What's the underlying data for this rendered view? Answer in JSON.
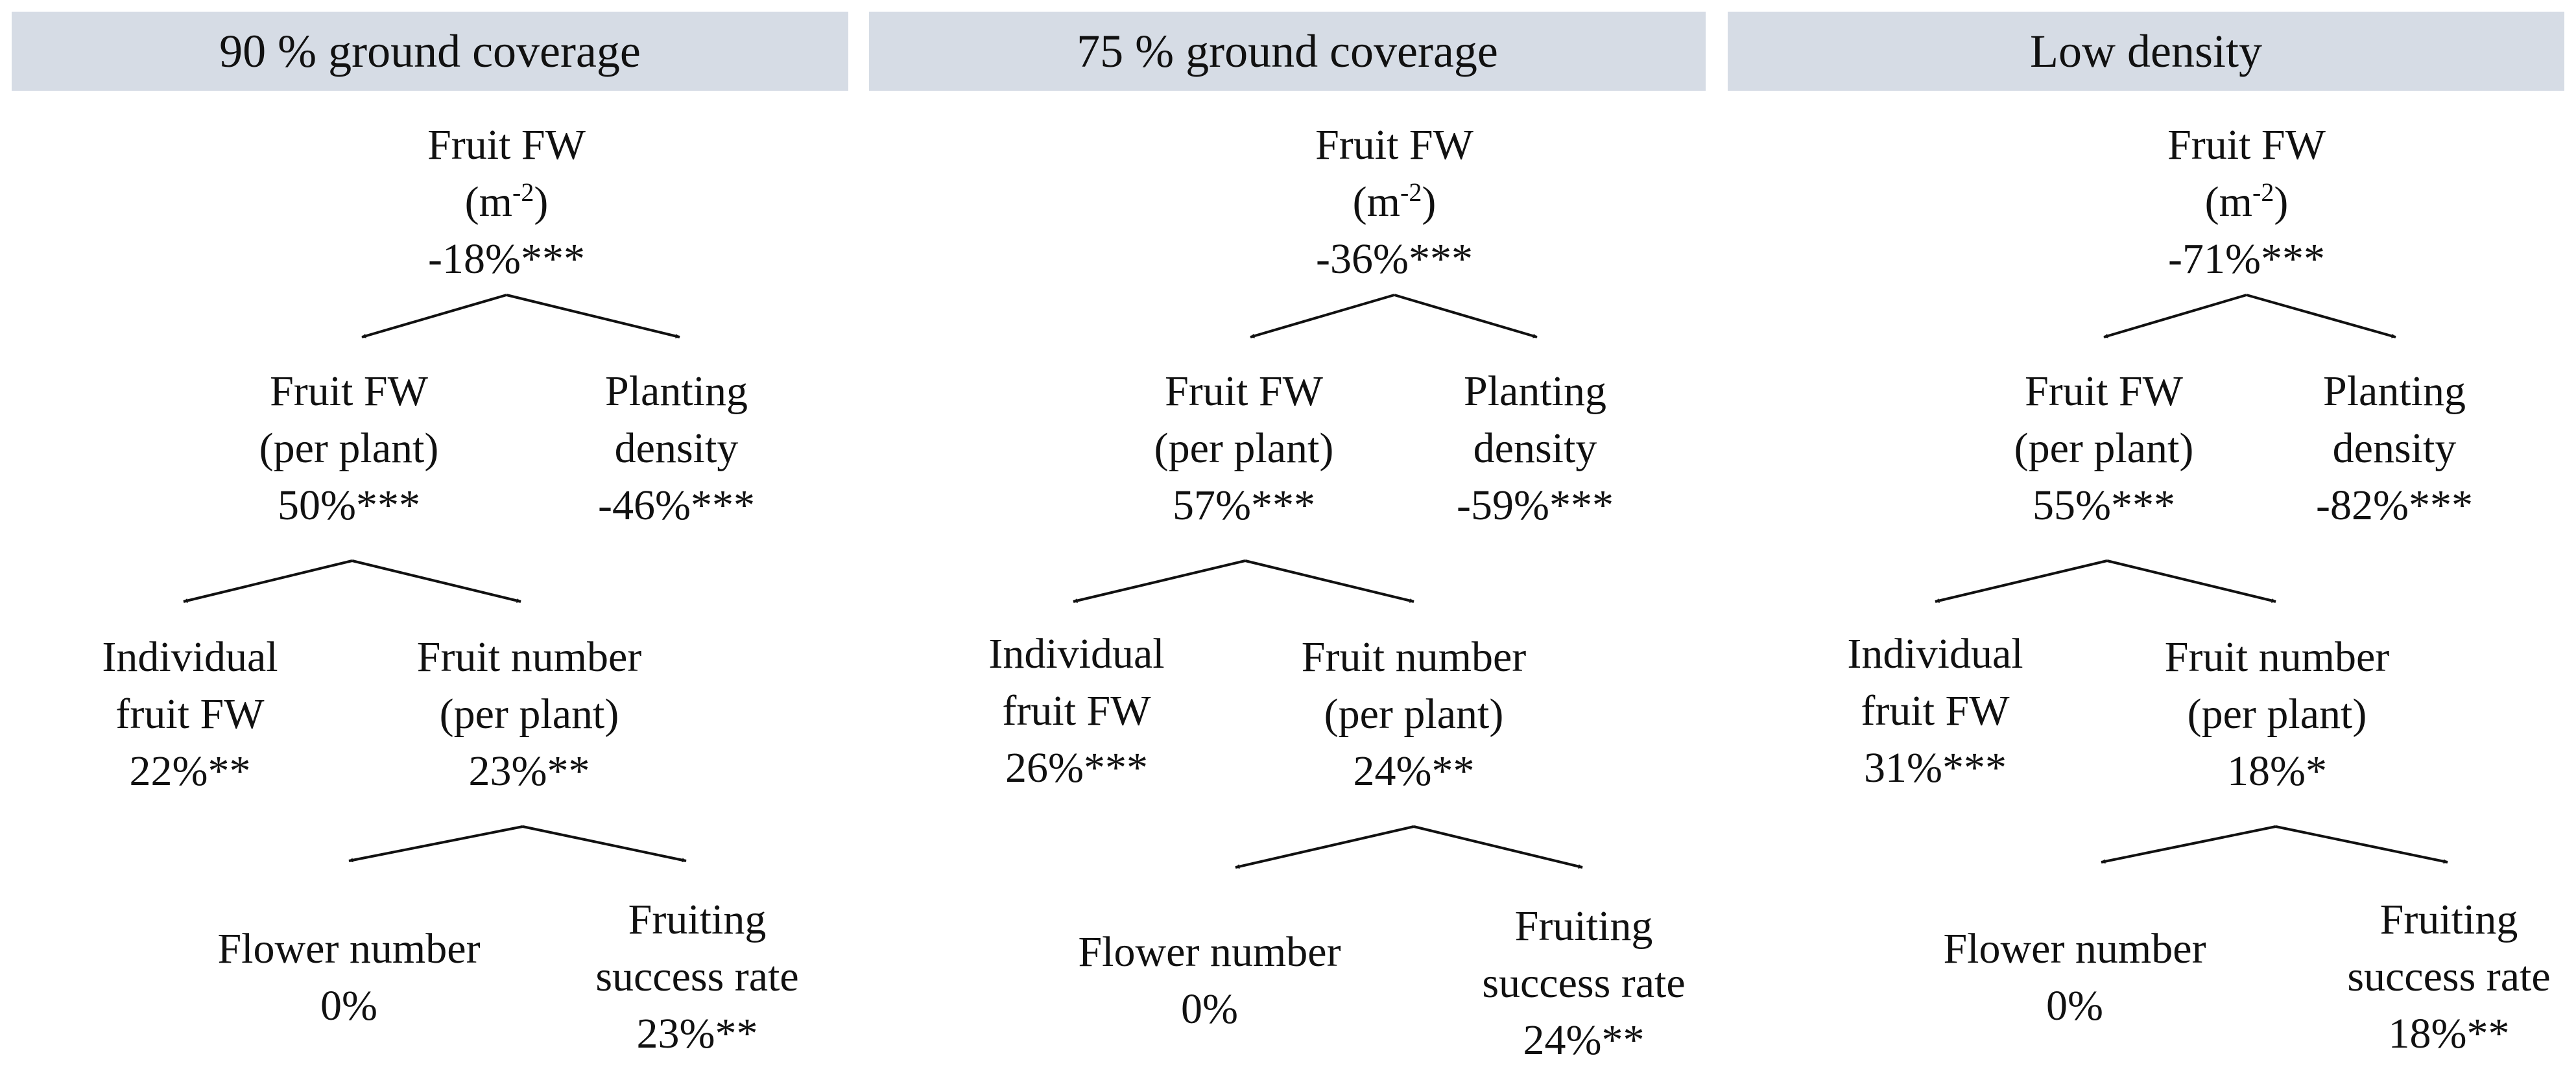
{
  "colors": {
    "header_bg": "#d6dce5",
    "text": "#111111",
    "arrow": "#111111"
  },
  "panels": [
    {
      "title": "90 % ground coverage",
      "root": {
        "label": "Fruit FW",
        "unit_base": "(m",
        "unit_exp": "-2",
        "unit_close": ")",
        "value": "-18%***"
      },
      "fw_plant": {
        "line1": "Fruit FW",
        "line2": "(per plant)",
        "value": "50%***"
      },
      "density": {
        "line1": "Planting",
        "line2": "density",
        "value": "-46%***"
      },
      "ind_fw": {
        "line1": "Individual",
        "line2": "fruit FW",
        "value": "22%**"
      },
      "fruit_num": {
        "line1": "Fruit number",
        "line2": "(per plant)",
        "value": "23%**"
      },
      "flower_num": {
        "line1": "Flower number",
        "value": "0%"
      },
      "fruiting": {
        "line1": "Fruiting",
        "line2": "success rate",
        "value": "23%**"
      }
    },
    {
      "title": "75 % ground coverage",
      "root": {
        "label": "Fruit FW",
        "unit_base": "(m",
        "unit_exp": "-2",
        "unit_close": ")",
        "value": "-36%***"
      },
      "fw_plant": {
        "line1": "Fruit FW",
        "line2": "(per plant)",
        "value": "57%***"
      },
      "density": {
        "line1": "Planting",
        "line2": "density",
        "value": "-59%***"
      },
      "ind_fw": {
        "line1": "Individual",
        "line2": "fruit FW",
        "value": "26%***"
      },
      "fruit_num": {
        "line1": "Fruit number",
        "line2": "(per plant)",
        "value": "24%**"
      },
      "flower_num": {
        "line1": "Flower number",
        "value": "0%"
      },
      "fruiting": {
        "line1": "Fruiting",
        "line2": "success rate",
        "value": "24%**"
      }
    },
    {
      "title": "Low density",
      "root": {
        "label": "Fruit FW",
        "unit_base": "(m",
        "unit_exp": "-2",
        "unit_close": ")",
        "value": "-71%***"
      },
      "fw_plant": {
        "line1": "Fruit FW",
        "line2": "(per plant)",
        "value": "55%***"
      },
      "density": {
        "line1": "Planting",
        "line2": "density",
        "value": "-82%***"
      },
      "ind_fw": {
        "line1": "Individual",
        "line2": "fruit FW",
        "value": "31%***"
      },
      "fruit_num": {
        "line1": "Fruit number",
        "line2": "(per plant)",
        "value": "18%*"
      },
      "flower_num": {
        "line1": "Flower number",
        "value": "0%"
      },
      "fruiting": {
        "line1": "Fruiting",
        "line2": "success rate",
        "value": "18%**"
      }
    }
  ]
}
